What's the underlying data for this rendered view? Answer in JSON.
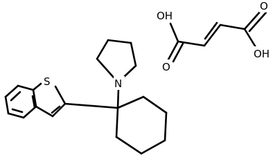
{
  "structure": {
    "atoms": {
      "sulfur": "S",
      "nitrogen": "N",
      "acid_oh_left": "OH",
      "acid_o_left": "O",
      "acid_oh_right": "OH",
      "acid_o_right": "O"
    }
  },
  "colors": {
    "background": "#ffffff",
    "ink": "#000000"
  }
}
